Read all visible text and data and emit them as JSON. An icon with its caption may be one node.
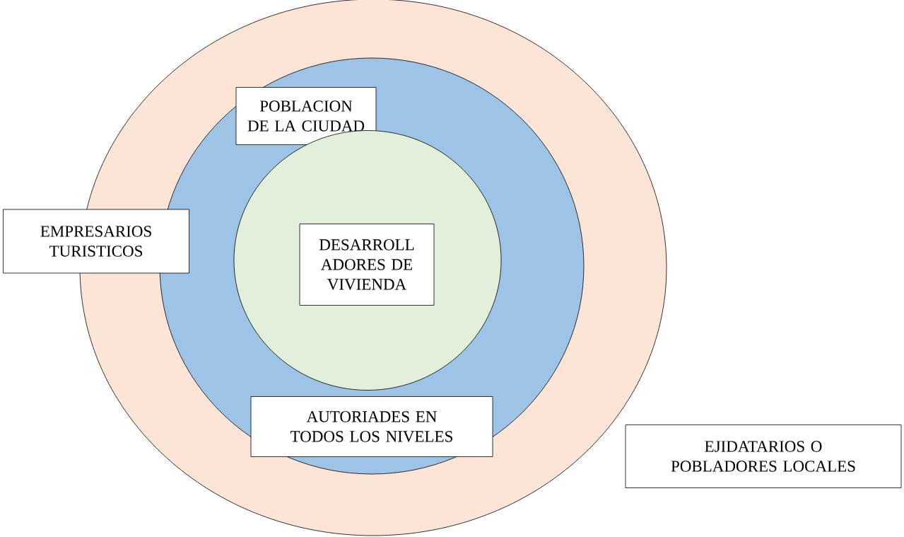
{
  "diagram": {
    "nodes": [
      {
        "text": [],
        "shape": "circle"
      },
      {
        "text": [],
        "shape": "circle",
        "in": 0
      },
      {
        "text": [
          "POBLACION DE LA CIUDAD"
        ],
        "in": 1
      },
      {
        "text": [
          "EMPRESARIOS TURISTICOS"
        ]
      },
      {
        "text": [],
        "shape": "circle",
        "in": 1
      },
      {
        "text": [
          "DESARROLL ADORES DE VIVIENDA"
        ],
        "in": 4
      },
      {
        "text": [
          "AUTORIADES EN TODOS LOS NIVELES"
        ],
        "in": 1
      },
      {
        "text": [
          "EJIDATARIOS O POBLADORES LOCALES"
        ]
      }
    ]
  }
}
